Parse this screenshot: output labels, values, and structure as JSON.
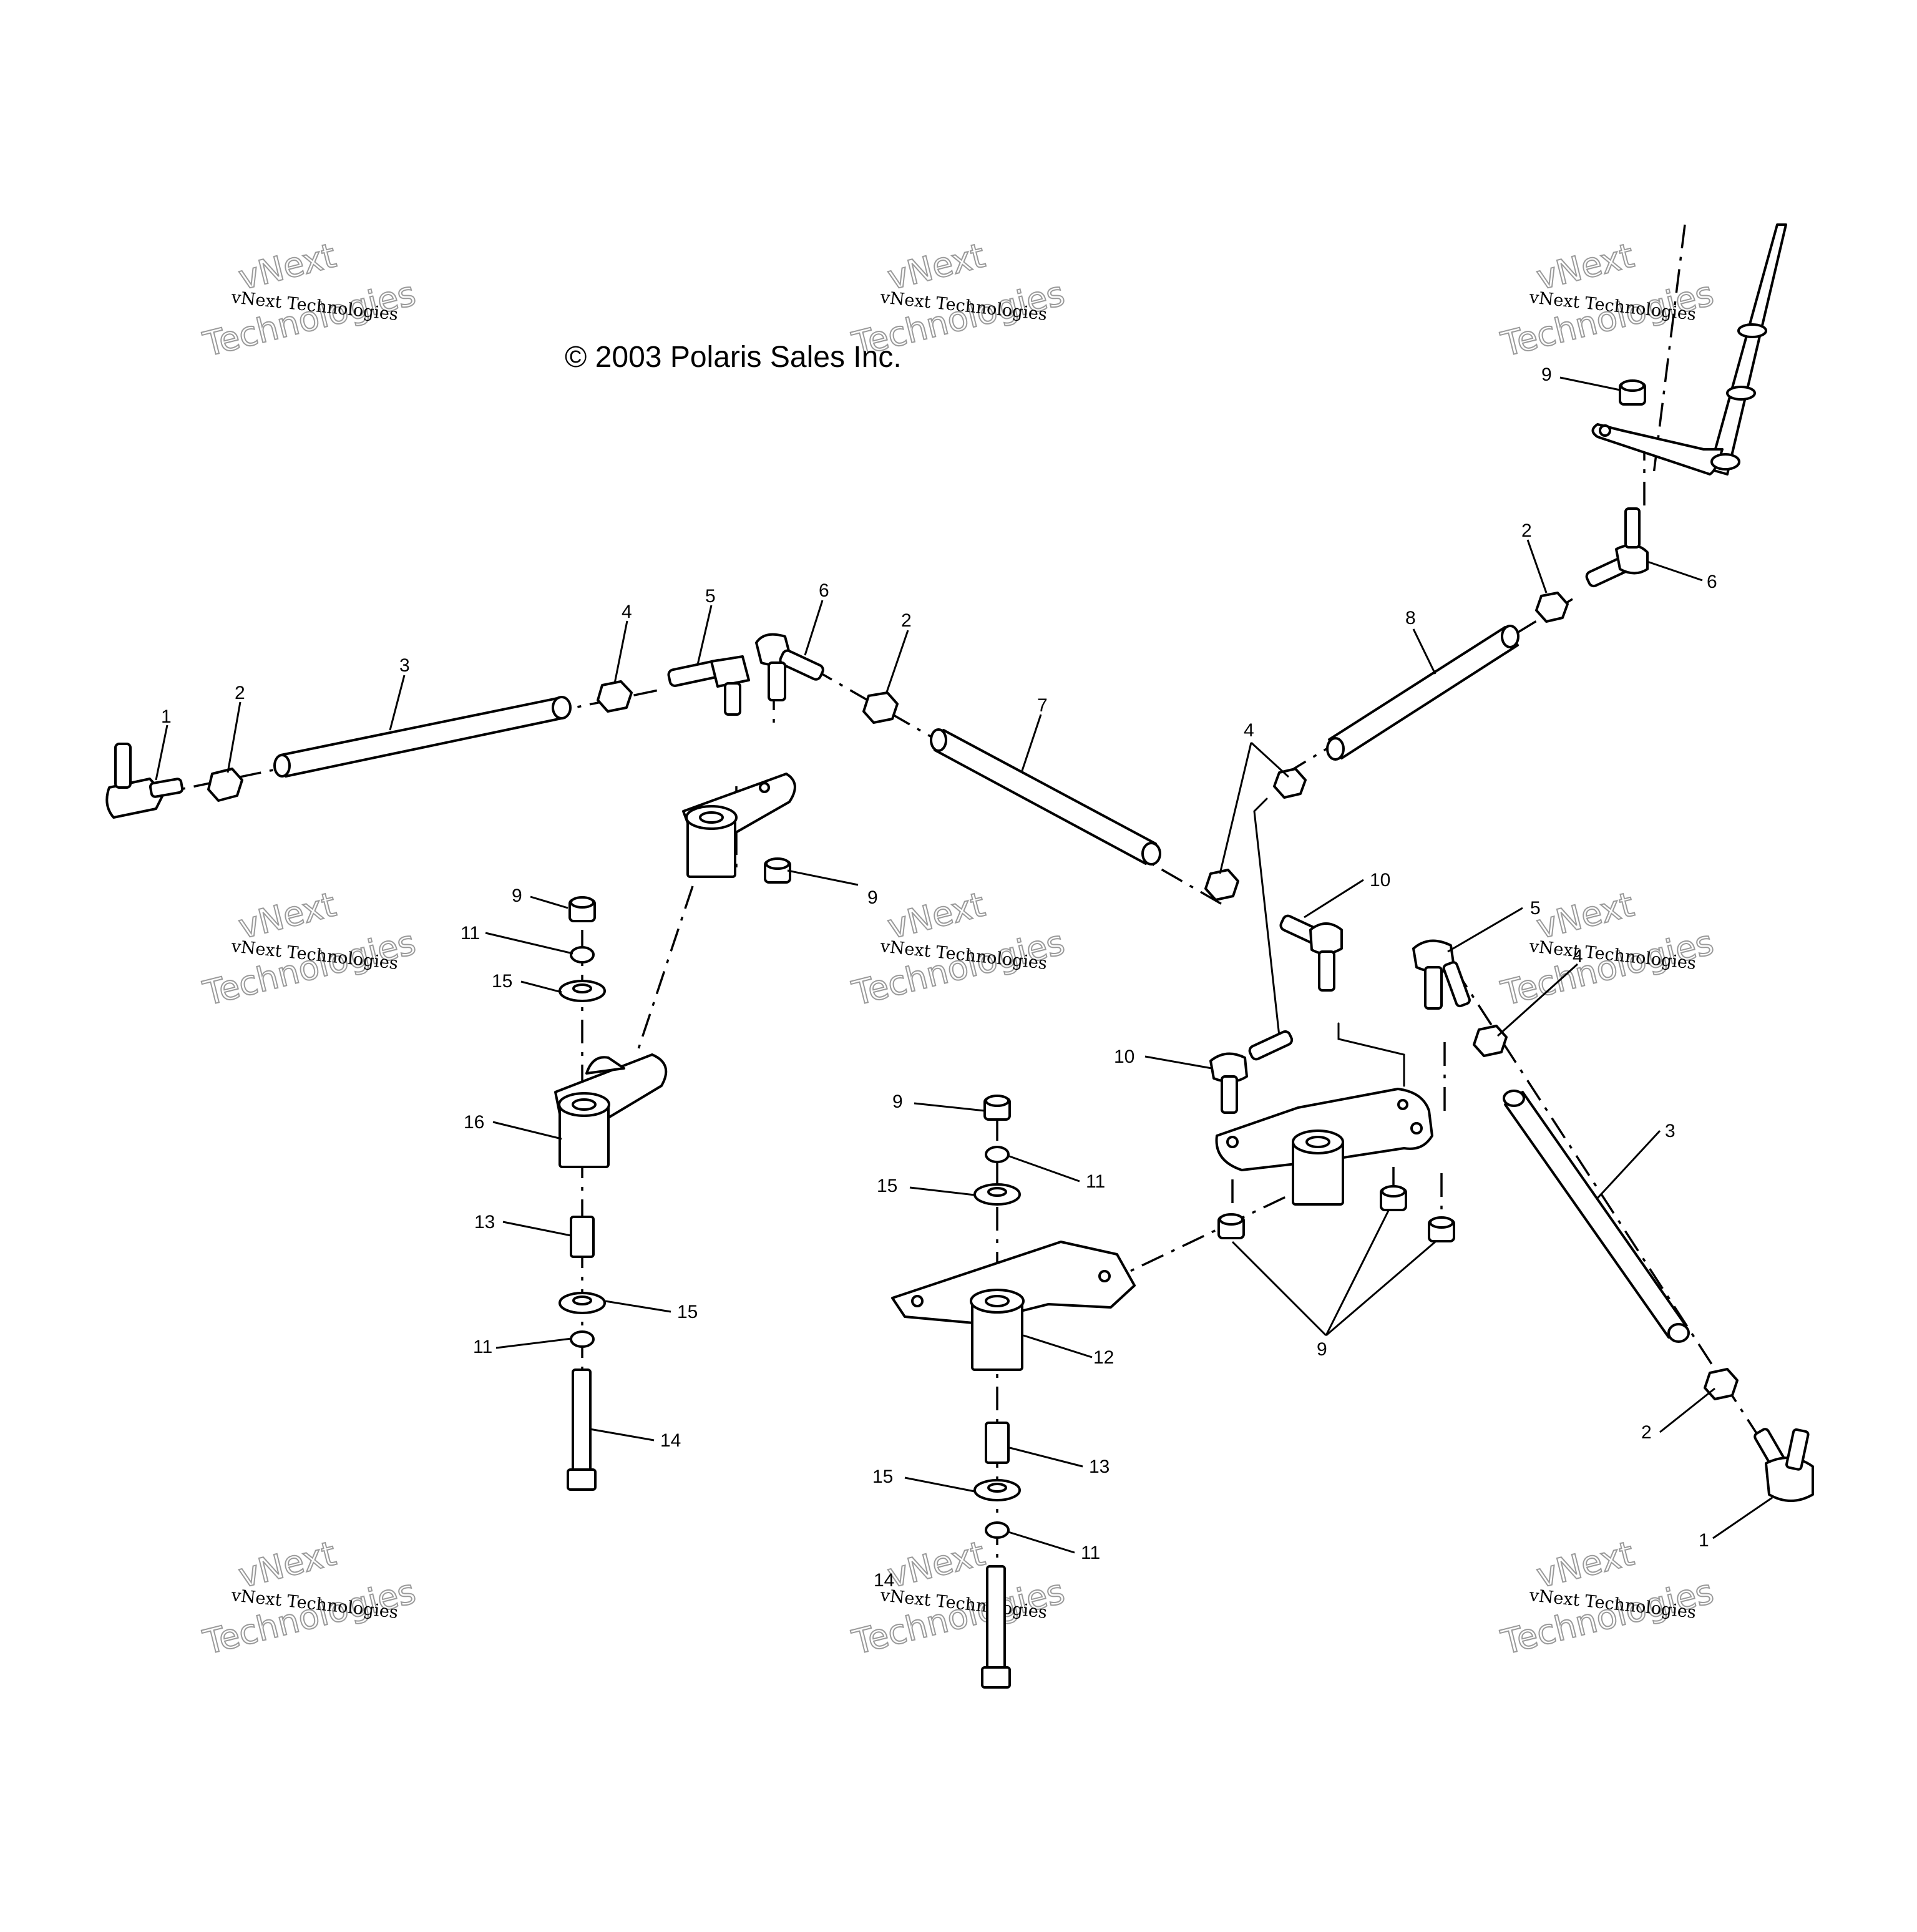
{
  "copyright": "© 2003 Polaris Sales Inc.",
  "watermark": {
    "line_top": "vNext",
    "line_small": "vNext Technologies",
    "line_big": "Technologies"
  },
  "callouts": [
    {
      "label": "1"
    },
    {
      "label": "2"
    },
    {
      "label": "3"
    },
    {
      "label": "4"
    },
    {
      "label": "5"
    },
    {
      "label": "6"
    },
    {
      "label": "2"
    },
    {
      "label": "7"
    },
    {
      "label": "9"
    },
    {
      "label": "9"
    },
    {
      "label": "11"
    },
    {
      "label": "15"
    },
    {
      "label": "16"
    },
    {
      "label": "13"
    },
    {
      "label": "15"
    },
    {
      "label": "11"
    },
    {
      "label": "14"
    },
    {
      "label": "4"
    },
    {
      "label": "8"
    },
    {
      "label": "2"
    },
    {
      "label": "6"
    },
    {
      "label": "9"
    },
    {
      "label": "10"
    },
    {
      "label": "10"
    },
    {
      "label": "5"
    },
    {
      "label": "4"
    },
    {
      "label": "3"
    },
    {
      "label": "9"
    },
    {
      "label": "11"
    },
    {
      "label": "15"
    },
    {
      "label": "12"
    },
    {
      "label": "13"
    },
    {
      "label": "15"
    },
    {
      "label": "11"
    },
    {
      "label": "14"
    },
    {
      "label": "9"
    },
    {
      "label": "2"
    },
    {
      "label": "1"
    }
  ]
}
